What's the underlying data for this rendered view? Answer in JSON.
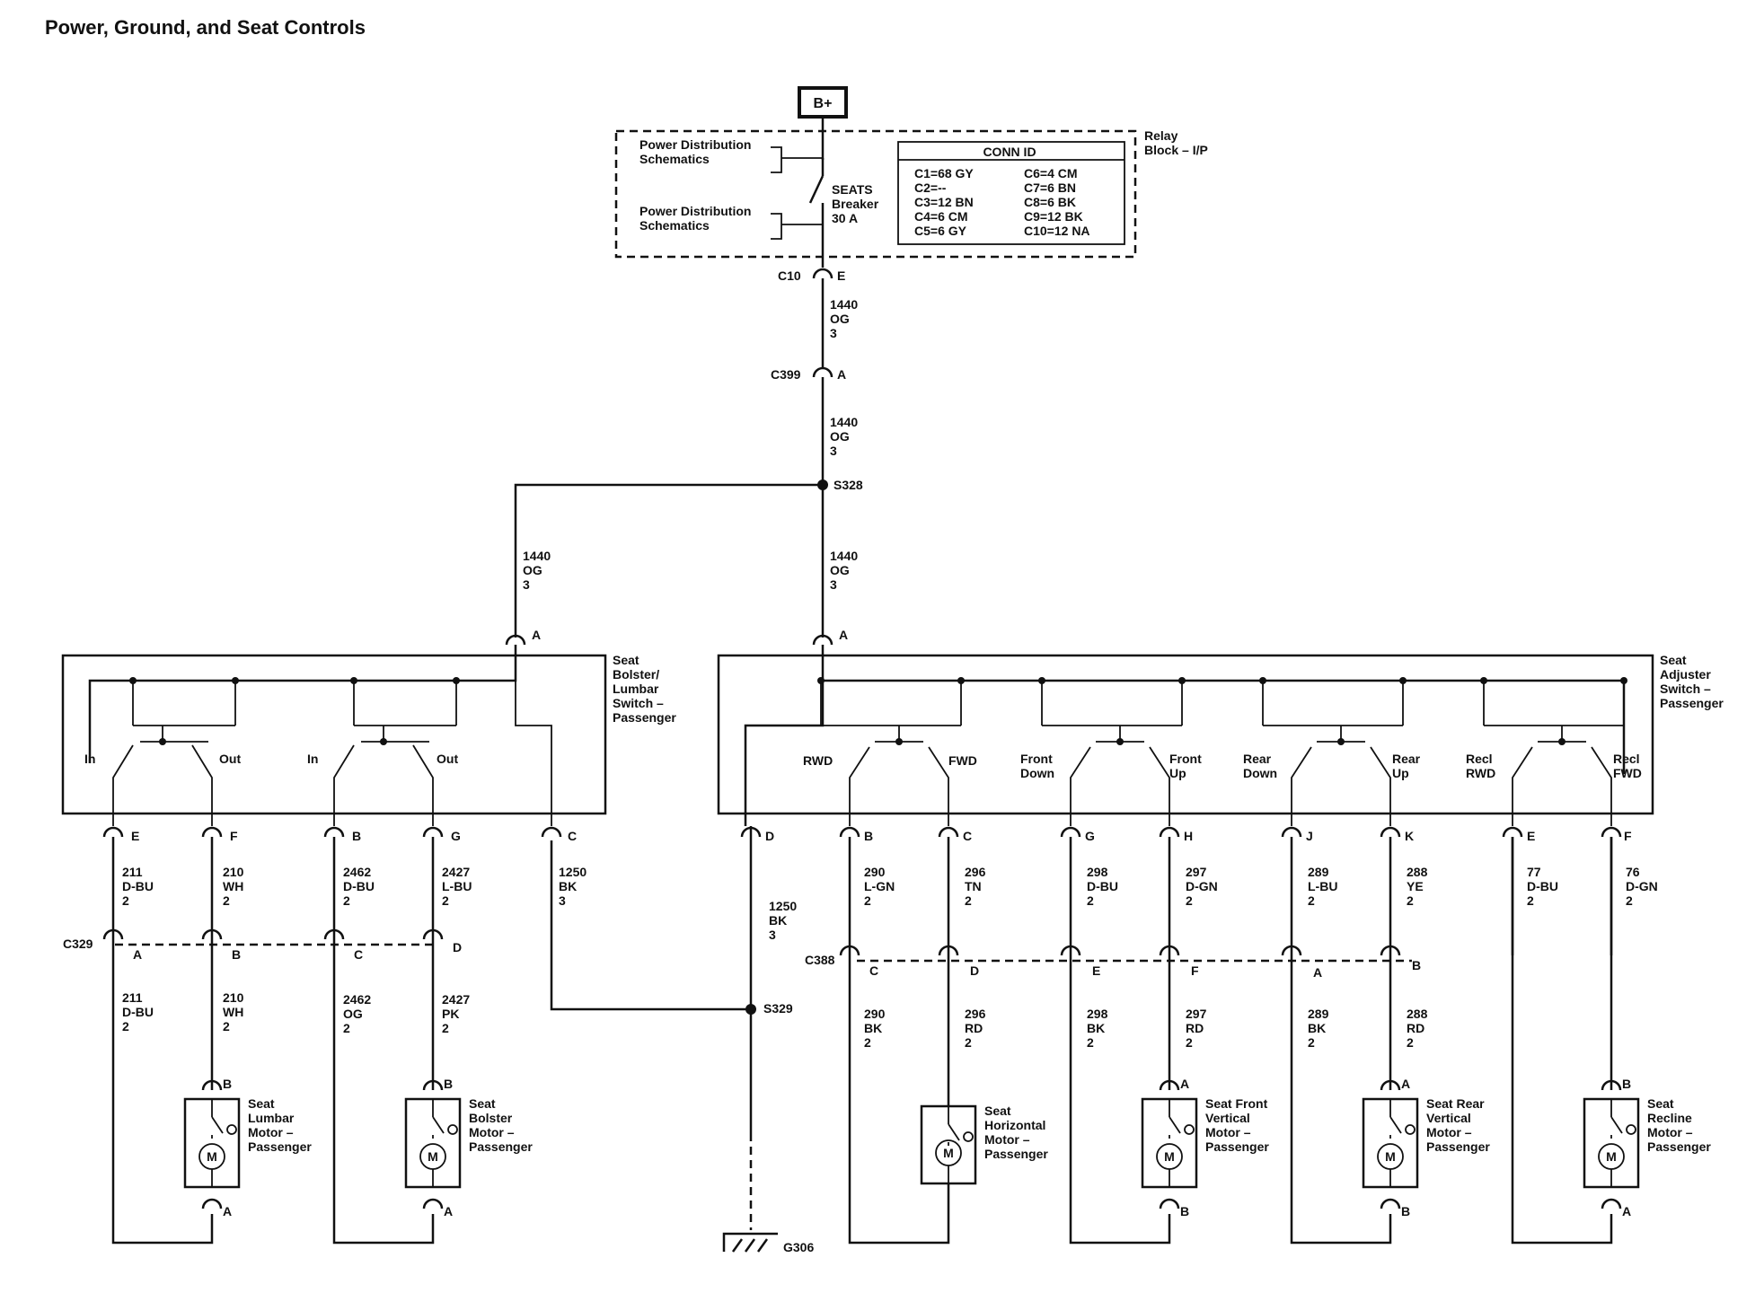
{
  "title": "Power, Ground, and Seat Controls",
  "battery": "B+",
  "relay_block": {
    "label_1": "Relay",
    "label_2": "Block – I/P",
    "pds1_a": "Power Distribution",
    "pds1_b": "Schematics",
    "pds2_a": "Power Distribution",
    "pds2_b": "Schematics",
    "breaker_1": "SEATS",
    "breaker_2": "Breaker",
    "breaker_3": "30 A",
    "conn_id_title": "CONN ID",
    "conn_left": [
      "C1=68 GY",
      "C2=--",
      "C3=12 BN",
      "C4=6 CM",
      "C5=6 GY"
    ],
    "conn_right": [
      "C6=4 CM",
      "C7=6 BN",
      "C8=6 BK",
      "C9=12 BK",
      "C10=12 NA"
    ]
  },
  "connectors": {
    "c10": "C10",
    "c10_pin": "E",
    "c399": "C399",
    "c399_pin": "A",
    "s328": "S328",
    "s329": "S329",
    "c329": "C329",
    "c388": "C388",
    "g306": "G306"
  },
  "wire_1440": {
    "num": "1440",
    "color": "OG",
    "size": "3"
  },
  "bolster_switch": {
    "name_1": "Seat",
    "name_2": "Bolster/",
    "name_3": "Lumbar",
    "name_4": "Switch –",
    "name_5": "Passenger",
    "in_pin": "A",
    "labels": [
      "In",
      "Out",
      "In",
      "Out"
    ],
    "pins": [
      "E",
      "F",
      "B",
      "G",
      "C"
    ]
  },
  "adjuster_switch": {
    "name_1": "Seat",
    "name_2": "Adjuster",
    "name_3": "Switch –",
    "name_4": "Passenger",
    "in_pin": "A",
    "labels": [
      [
        "RWD",
        ""
      ],
      [
        "FWD",
        ""
      ],
      [
        "Front",
        "Down"
      ],
      [
        "Front",
        "Up"
      ],
      [
        "Rear",
        "Down"
      ],
      [
        "Rear",
        "Up"
      ],
      [
        "Recl",
        "RWD"
      ],
      [
        "Recl",
        "FWD"
      ]
    ],
    "pins": [
      "D",
      "B",
      "C",
      "G",
      "H",
      "J",
      "K",
      "E",
      "F"
    ]
  },
  "upper_wires": [
    [
      "211",
      "D-BU",
      "2"
    ],
    [
      "210",
      "WH",
      "2"
    ],
    [
      "2462",
      "D-BU",
      "2"
    ],
    [
      "2427",
      "L-BU",
      "2"
    ],
    [
      "1250",
      "BK",
      "3"
    ],
    [
      "1250",
      "BK",
      "3"
    ],
    [
      "290",
      "L-GN",
      "2"
    ],
    [
      "296",
      "TN",
      "2"
    ],
    [
      "298",
      "D-BU",
      "2"
    ],
    [
      "297",
      "D-GN",
      "2"
    ],
    [
      "289",
      "L-BU",
      "2"
    ],
    [
      "288",
      "YE",
      "2"
    ],
    [
      "77",
      "D-BU",
      "2"
    ],
    [
      "76",
      "D-GN",
      "2"
    ]
  ],
  "c329_pins": [
    "A",
    "B",
    "C",
    "D"
  ],
  "c388_pins": [
    "C",
    "D",
    "E",
    "F",
    "A",
    "B"
  ],
  "lower_wires": [
    [
      "211",
      "D-BU",
      "2"
    ],
    [
      "210",
      "WH",
      "2"
    ],
    [
      "2462",
      "OG",
      "2"
    ],
    [
      "2427",
      "PK",
      "2"
    ],
    [
      "290",
      "BK",
      "2"
    ],
    [
      "296",
      "RD",
      "2"
    ],
    [
      "298",
      "BK",
      "2"
    ],
    [
      "297",
      "RD",
      "2"
    ],
    [
      "289",
      "BK",
      "2"
    ],
    [
      "288",
      "RD",
      "2"
    ]
  ],
  "motors": [
    {
      "lines": [
        "Seat",
        "Lumbar",
        "Motor –",
        "Passenger"
      ],
      "top_pin": "B",
      "bot_pin": "A"
    },
    {
      "lines": [
        "Seat",
        "Bolster",
        "Motor –",
        "Passenger"
      ],
      "top_pin": "B",
      "bot_pin": "A"
    },
    {
      "lines": [
        "Seat",
        "Horizontal",
        "Motor –",
        "Passenger"
      ],
      "top_pin": "",
      "bot_pin": ""
    },
    {
      "lines": [
        "Seat Front",
        "Vertical",
        "Motor –",
        "Passenger"
      ],
      "top_pin": "A",
      "bot_pin": "B"
    },
    {
      "lines": [
        "Seat Rear",
        "Vertical",
        "Motor –",
        "Passenger"
      ],
      "top_pin": "A",
      "bot_pin": "B"
    },
    {
      "lines": [
        "Seat",
        "Recline",
        "Motor –",
        "Passenger"
      ],
      "top_pin": "B",
      "bot_pin": "A"
    }
  ],
  "motor_symbol": "M"
}
